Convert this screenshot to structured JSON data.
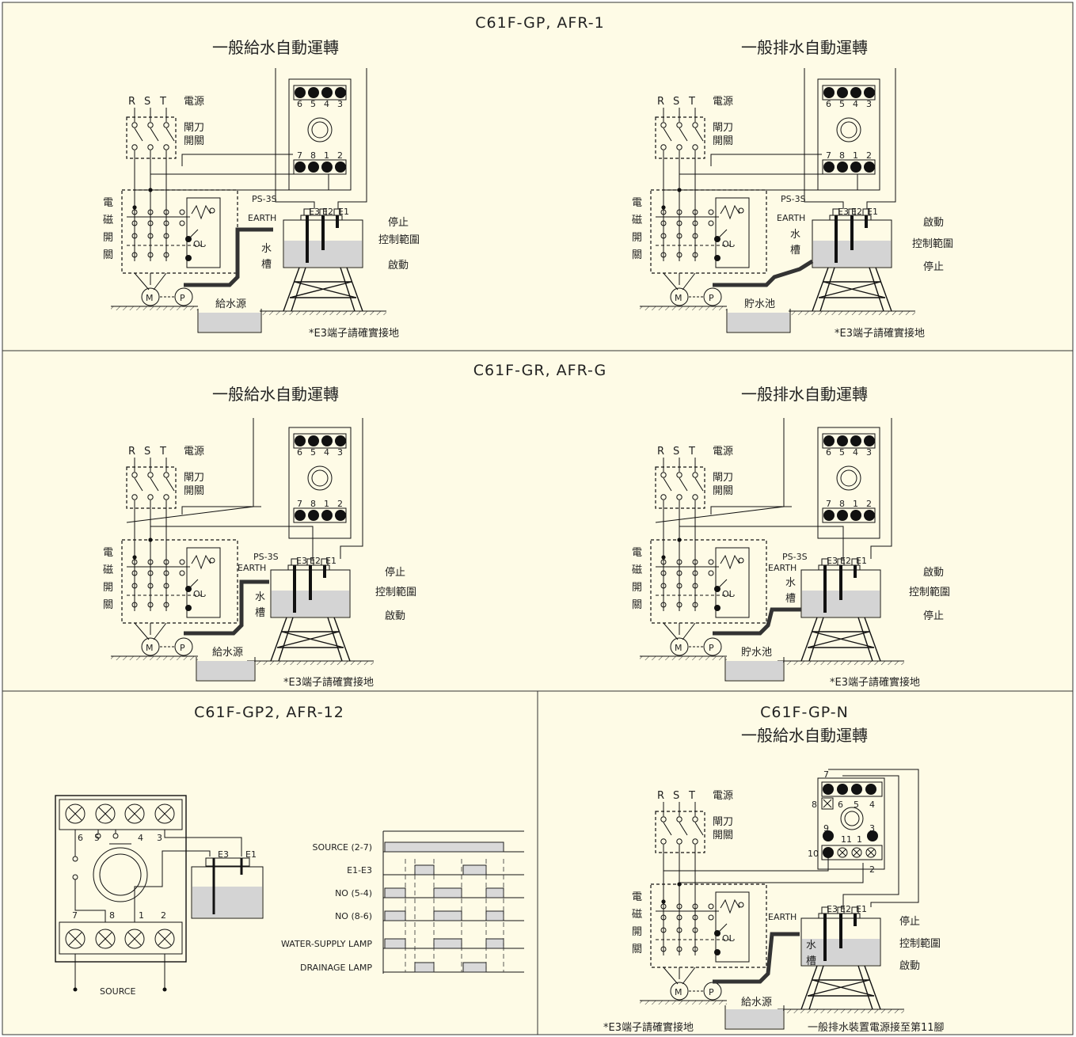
{
  "panels": {
    "p1": {
      "model": "C61F-GP, AFR-1",
      "left_title": "一般給水自動運轉",
      "right_title": "一般排水自動運轉"
    },
    "p2": {
      "model": "C61F-GR, AFR-G",
      "left_title": "一般給水自動運轉",
      "right_title": "一般排水自動運轉"
    },
    "p3": {
      "model": "C61F-GP2, AFR-12"
    },
    "p4": {
      "model": "C61F-GP-N",
      "title": "一般給水自動運轉"
    }
  },
  "labels": {
    "rst": [
      "R",
      "S",
      "T"
    ],
    "power": "電源",
    "knife1": "閘刀",
    "knife2": "開關",
    "mag": [
      "電",
      "磁",
      "開",
      "關"
    ],
    "ol": "OL",
    "motor": "M",
    "pump": "P",
    "earth": "EARTH",
    "ps3s": "PS-3S",
    "e3": "E3",
    "e2": "E2",
    "e1": "E1",
    "tank": [
      "水",
      "槽"
    ],
    "stop": "停止",
    "start": "啟動",
    "range": "控制範圍",
    "supply_src": "給水源",
    "reservoir": "貯水池",
    "e3_note": "*E3端子請確實接地",
    "drain_note": "一般排水裝置電源接至第11腳",
    "pins_top": [
      "6",
      "5",
      "4",
      "3"
    ],
    "pins_bot": [
      "7",
      "8",
      "1",
      "2"
    ]
  },
  "timing": {
    "rows": [
      "SOURCE (2-7)",
      "E1-E3",
      "NO (5-4)",
      "NO (8-6)",
      "WATER-SUPPLY LAMP",
      "DRAINAGE LAMP"
    ],
    "source_label": "SOURCE"
  }
}
